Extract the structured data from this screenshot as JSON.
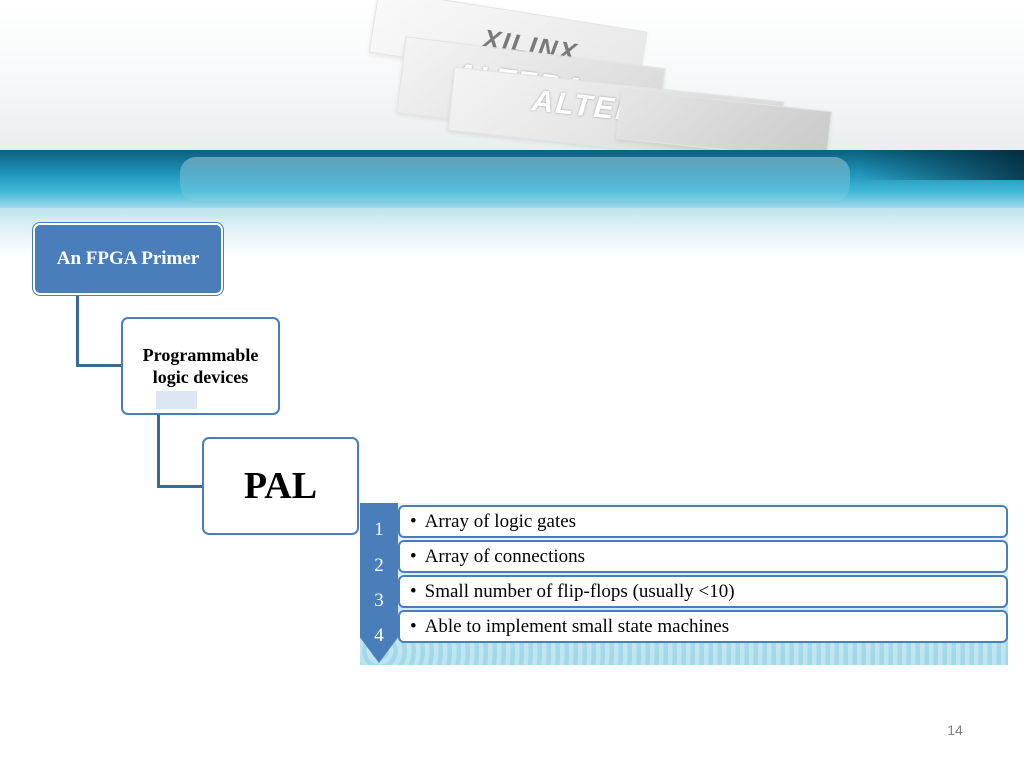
{
  "banner": {
    "chip_1": "XILINX",
    "chip_2": "ALTERA",
    "chip_3": "ALTERA"
  },
  "hierarchy": {
    "level_1": "An FPGA Primer",
    "level_2": "Programmable logic devices",
    "level_3": "PAL"
  },
  "list": {
    "items": [
      {
        "number": "1",
        "text": "Array of logic gates"
      },
      {
        "number": "2",
        "text": "Array of connections"
      },
      {
        "number": "3",
        "text": "Small number of flip-flops (usually <10)"
      },
      {
        "number": "4",
        "text": "Able to implement small state machines"
      }
    ],
    "bullet": "•"
  },
  "page_number": "14",
  "colors": {
    "accent": "#4a7ebb",
    "banner_blue": "#1b8db3"
  }
}
